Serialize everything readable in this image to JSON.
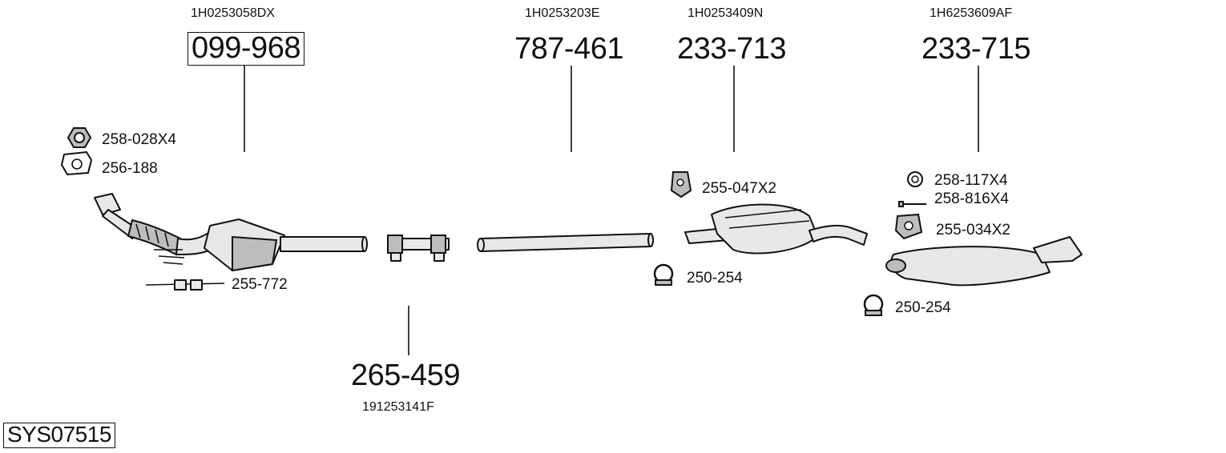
{
  "system_code": "SYS07515",
  "groups": [
    {
      "oe": "1H0253058DX",
      "part": "099-968"
    },
    {
      "oe": "1H0253203E",
      "part": "787-461"
    },
    {
      "oe": "1H0253409N",
      "part": "233-713"
    },
    {
      "oe": "1H6253609AF",
      "part": "233-715"
    },
    {
      "oe": "191253141F",
      "part": "265-459"
    }
  ],
  "small_parts": {
    "nut": "258-028X4",
    "gasket": "256-188",
    "bracket_cat": "255-772",
    "rubber_mount_1": "255-047X2",
    "clamp_1": "250-254",
    "ring": "258-117X4",
    "bolt": "258-816X4",
    "rubber_mount_2": "255-034X2",
    "clamp_2": "250-254"
  }
}
